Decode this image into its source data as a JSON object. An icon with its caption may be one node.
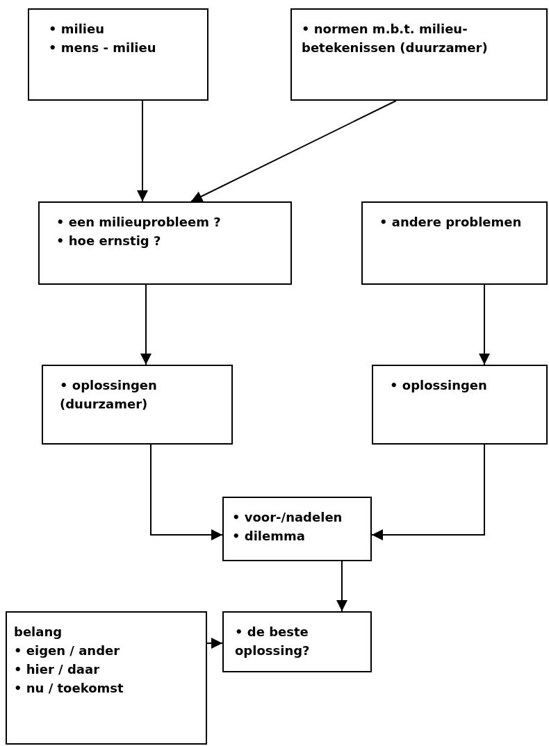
{
  "diagram": {
    "nodes": [
      {
        "text": [
          "• milieu",
          "• mens - milieu"
        ]
      },
      {
        "text": [
          "• normen m.b.t. milieu-betekenissen (duurzamer)"
        ]
      },
      {
        "text": [
          "• een milieuprobleem ?",
          "• hoe ernstig ?"
        ]
      },
      {
        "text": [
          "• andere problemen"
        ]
      },
      {
        "text": [
          "• oplossingen (duurzamer)"
        ]
      },
      {
        "text": [
          "• oplossingen"
        ]
      },
      {
        "text": [
          "• voor-/nadelen",
          "• dilemma"
        ]
      },
      {
        "text": [
          "• de beste oplossing?"
        ]
      },
      {
        "text": [
          "belang",
          "• eigen / ander",
          "• hier / daar",
          "• nu / toekomst"
        ]
      }
    ],
    "edges": [
      {
        "from": 0,
        "to": 2,
        "arrow": "to"
      },
      {
        "from": 1,
        "to": 2,
        "arrow": "to"
      },
      {
        "from": 2,
        "to": 4,
        "arrow": "to"
      },
      {
        "from": 3,
        "to": 5,
        "arrow": "to"
      },
      {
        "from": 4,
        "to": 6,
        "arrow": "to"
      },
      {
        "from": 5,
        "to": 6,
        "arrow": "to"
      },
      {
        "from": 6,
        "to": 7,
        "arrow": "to"
      },
      {
        "from": 8,
        "to": 7,
        "arrow": "to"
      }
    ]
  }
}
